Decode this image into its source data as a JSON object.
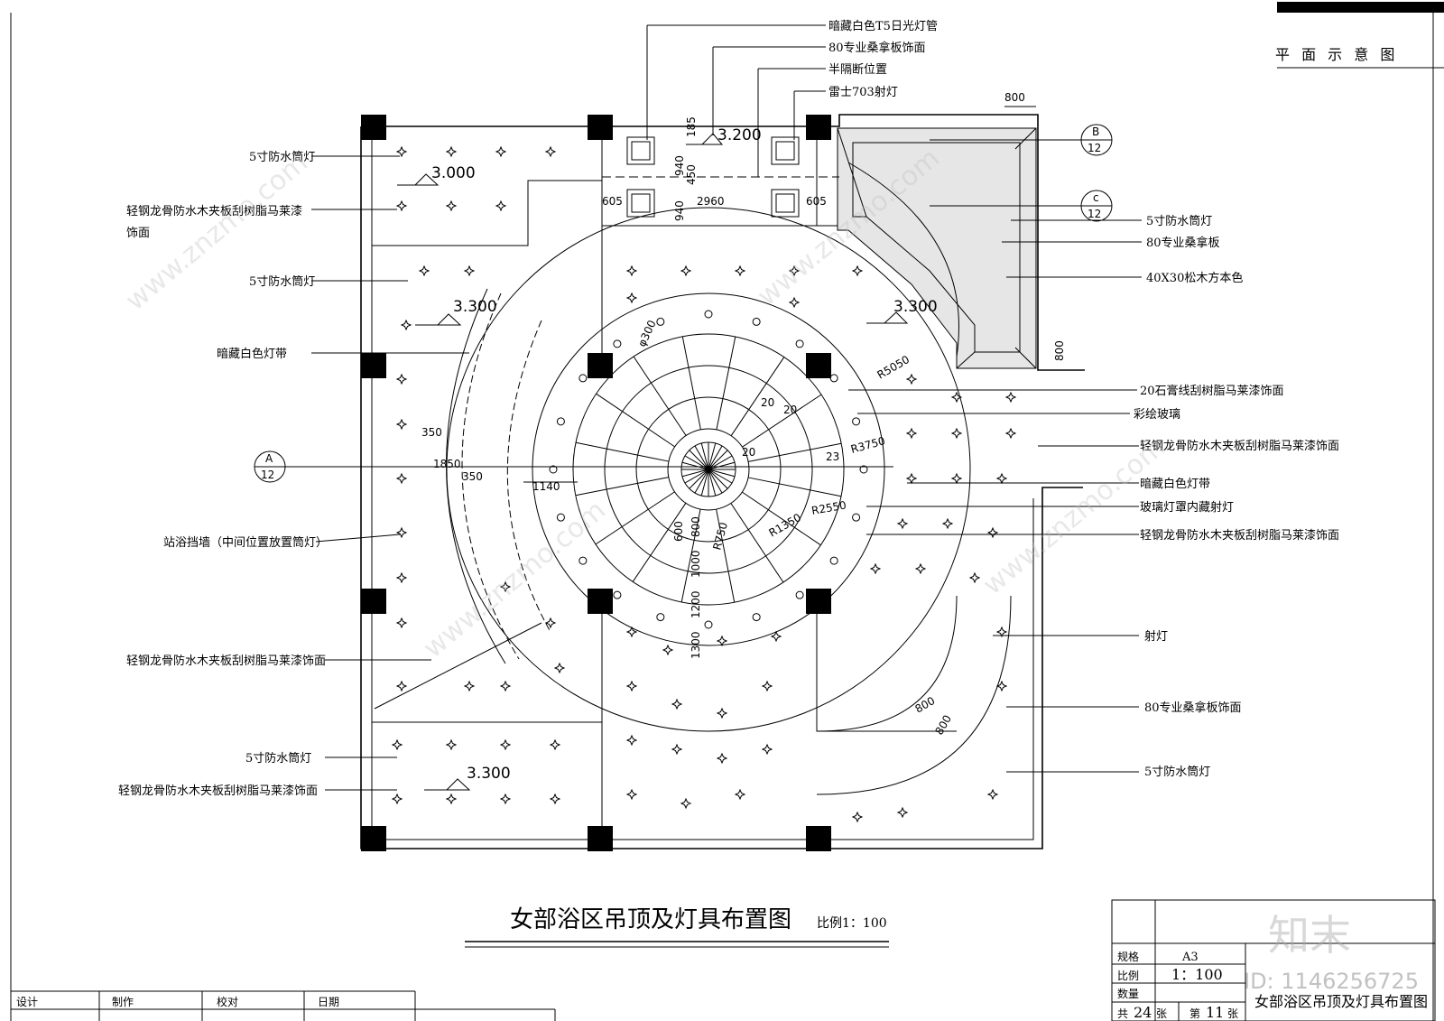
{
  "header": {
    "plan_label": "平 面 示 意 图"
  },
  "drawing": {
    "title": "女部浴区吊顶及灯具布置图",
    "scale": "比例1：100"
  },
  "levels": [
    "3.000",
    "3.300",
    "3.200",
    "3.300",
    "3.300"
  ],
  "dimensions": {
    "top": [
      "800",
      "185",
      "450",
      "940",
      "940",
      "605",
      "2960",
      "605",
      "800"
    ],
    "center": [
      "φ300",
      "R5050",
      "R3750",
      "R2550",
      "R1350",
      "R750",
      "20",
      "20",
      "20",
      "23",
      "350",
      "350",
      "1850",
      "1140",
      "600",
      "800",
      "1000",
      "1200",
      "1300",
      "800",
      "800"
    ]
  },
  "section_marks": [
    {
      "letter": "B",
      "sheet": "12"
    },
    {
      "letter": "c",
      "sheet": "12"
    },
    {
      "letter": "A",
      "sheet": "12"
    }
  ],
  "labels_left": [
    "5寸防水筒灯",
    "轻钢龙骨防水木夹板刮树脂马莱漆",
    "饰面",
    "5寸防水筒灯",
    "暗藏白色灯带",
    "站浴挡墙（中间位置放置筒灯）",
    "轻钢龙骨防水木夹板刮树脂马莱漆饰面",
    "5寸防水筒灯",
    "轻钢龙骨防水木夹板刮树脂马莱漆饰面"
  ],
  "labels_top": [
    "暗藏白色T5日光灯管",
    "80专业桑拿板饰面",
    "半隔断位置",
    "雷士703射灯"
  ],
  "labels_right": [
    "5寸防水筒灯",
    "80专业桑拿板",
    "40X30松木方本色",
    "20石膏线刮树脂马莱漆饰面",
    "彩绘玻璃",
    "轻钢龙骨防水木夹板刮树脂马莱漆饰面",
    "暗藏白色灯带",
    "玻璃灯罩内藏射灯",
    "轻钢龙骨防水木夹板刮树脂马莱漆饰面",
    "射灯",
    "80专业桑拿板饰面",
    "5寸防水筒灯"
  ],
  "title_block": {
    "spec_label": "规格",
    "spec_value": "A3",
    "ratio_label": "比例",
    "ratio_value": "1：100",
    "qty_label": "数量",
    "total_label": "共",
    "total_value": "24",
    "total_unit": "张",
    "page_label": "第",
    "page_value": "11",
    "page_unit": "张",
    "drawing_name": "女部浴区吊顶及灯具布置图"
  },
  "sign_row": [
    "设计",
    "制作",
    "校对",
    "日期"
  ],
  "watermark": {
    "brand": "知末",
    "id": "ID: 1146256725",
    "site": "www.znzmo.com"
  }
}
